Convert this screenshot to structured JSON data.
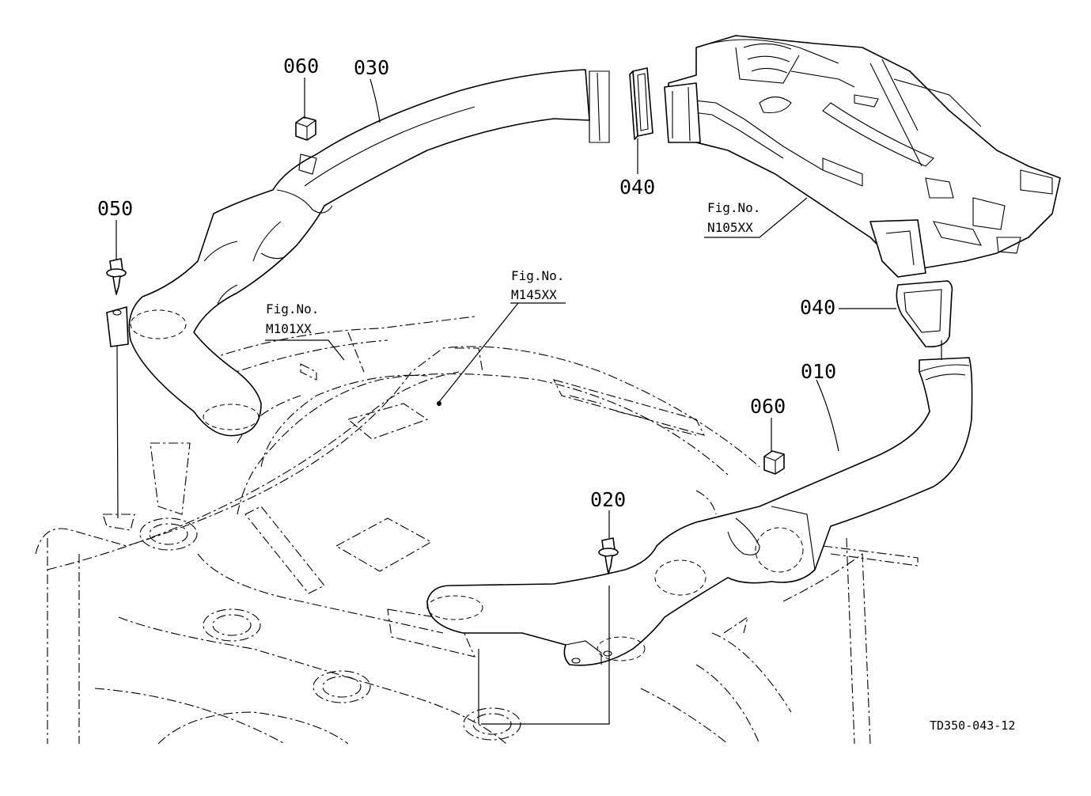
{
  "diagram": {
    "part_labels": {
      "p060_top": "060",
      "p030": "030",
      "p040_top": "040",
      "p050": "050",
      "p040_right": "040",
      "p010": "010",
      "p060_right": "060",
      "p020": "020"
    },
    "figure_refs": {
      "n105": {
        "line1": "Fig.No.",
        "line2": "N105XX"
      },
      "m145": {
        "line1": "Fig.No.",
        "line2": "M145XX"
      },
      "m101": {
        "line1": "Fig.No.",
        "line2": "M101XX"
      }
    },
    "drawing_code": "TD350-043-12"
  }
}
